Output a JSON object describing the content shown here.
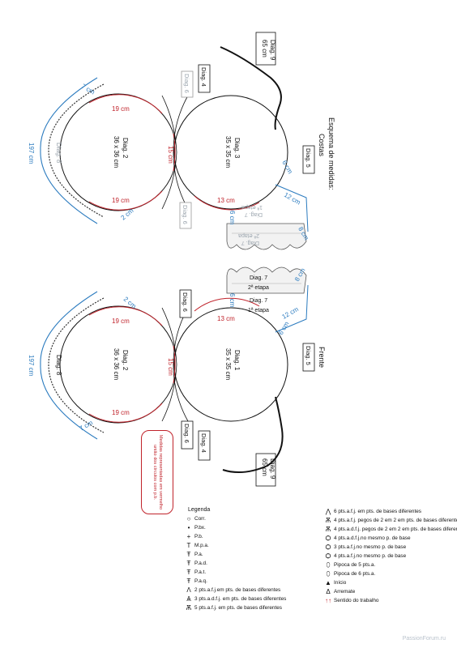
{
  "heading": {
    "title": "Esquema de medidas:",
    "back": "Costas",
    "front": "Frente"
  },
  "colors": {
    "blue": "#2b7bbf",
    "red": "#c0232b",
    "ink": "#111111",
    "grey": "#9aa4ad"
  },
  "back": {
    "diag9": [
      "Diag. 9",
      "65 cm"
    ],
    "diag4": "Diag. 4",
    "diag6_top": "Diag. 6",
    "diag6_bot": "Diag. 6",
    "diag3": [
      "Diag. 3",
      "35 x 35 cm"
    ],
    "diag2": [
      "Diag. 2",
      "36 x 36 cm"
    ],
    "diag8": "Diag. 8",
    "diag5": "Diag. 5",
    "diag7a": [
      "Diag. 7",
      "1ª etapa"
    ],
    "diag7b": [
      "Diag. 7",
      "2ª etapa"
    ],
    "m19a": "19 cm",
    "m19b": "19 cm",
    "m15": "15 cm",
    "m13": "13 cm",
    "m7": "7 cm",
    "m197": "197 cm",
    "m2": "2 cm",
    "m6a": "6 cm",
    "m6b": "6 cm",
    "m12": "12 cm",
    "m8": "8 cm"
  },
  "front": {
    "diag9": [
      "Diag. 9",
      "65 cm"
    ],
    "diag4": "Diag. 4",
    "diag6_top": "Diag. 6",
    "diag6_bot": "Diag. 6",
    "diag1": [
      "Diag. 1",
      "35 x 35 cm"
    ],
    "diag2": [
      "Diag. 2",
      "36 x 36 cm"
    ],
    "diag8": "Diag. 8",
    "diag5": "Diag. 5",
    "diag7a": [
      "Diag. 7",
      "2ª etapa"
    ],
    "diag7b": [
      "Diag. 7",
      "1ª etapa"
    ],
    "m19a": "19 cm",
    "m19b": "19 cm",
    "m15": "15 cm",
    "m13": "13 cm",
    "m7": "7 cm",
    "m197": "197 cm",
    "m2": "2 cm",
    "m6a": "6 cm",
    "m6b": "6 cm",
    "m12": "12 cm",
    "m8": "8 cm"
  },
  "note": "Medidas representadas em vermelho união dos círculos com p.b.",
  "legend": {
    "title": "Legenda",
    "left": [
      {
        "icon": "chain-icon",
        "glyph": "○",
        "text": "Corr."
      },
      {
        "icon": "slip-stitch-icon",
        "glyph": "•",
        "text": "P.bx."
      },
      {
        "icon": "single-crochet-icon",
        "glyph": "+",
        "text": "P.b."
      },
      {
        "icon": "half-double-icon",
        "glyph": "T",
        "text": "M.p.a."
      },
      {
        "icon": "double-crochet-icon",
        "glyph": "Ŧ",
        "text": "P.a."
      },
      {
        "icon": "treble-icon",
        "glyph": "Ŧ",
        "text": "P.a.d."
      },
      {
        "icon": "double-treble-icon",
        "glyph": "Ŧ",
        "text": "P.a.t."
      },
      {
        "icon": "quad-treble-icon",
        "glyph": "Ŧ",
        "text": "P.a.q."
      },
      {
        "icon": "two-dc-together-icon",
        "glyph": "Λ",
        "text": "2 pts.a.f.j.em pts. de bases diferentes"
      },
      {
        "icon": "three-tr-together-icon",
        "glyph": "Ѧ",
        "text": "3 pts.a.d.f.j. em pts. de bases diferentes"
      },
      {
        "icon": "five-dc-together-icon",
        "glyph": "Ѫ",
        "text": "5 pts.a.f.j. em pts. de bases diferentes"
      }
    ],
    "right": [
      {
        "icon": "six-dc-together-icon",
        "glyph": "⋀",
        "text": "6 pts.a.f.j. em pts. de bases diferentes"
      },
      {
        "icon": "four-dc-pairs-icon",
        "glyph": "Ѫ",
        "text": "4 pts.a.f.j. pegos de 2 em 2 em pts. de bases diferentes"
      },
      {
        "icon": "four-tr-pairs-icon",
        "glyph": "Ѫ",
        "text": "4 pts.a.d.f.j. pegos de 2 em 2 em pts. de bases diferentes"
      },
      {
        "icon": "four-tr-cluster-icon",
        "glyph": "Ѻ",
        "text": "4 pts.a.d.f.j.no mesmo p. de base"
      },
      {
        "icon": "three-dc-cluster-icon",
        "glyph": "Ѻ",
        "text": "3 pts.a.f.j.no mesmo p. de base"
      },
      {
        "icon": "four-dc-cluster-icon",
        "glyph": "Ѻ",
        "text": "4 pts.a.f.j.no mesmo p. de base"
      },
      {
        "icon": "popcorn-5-icon",
        "glyph": "⬯",
        "text": "Pipoca de 5 pts.a."
      },
      {
        "icon": "popcorn-6-icon",
        "glyph": "⬯",
        "text": "Pipoca de 6 pts.a."
      },
      {
        "icon": "start-icon",
        "glyph": "▲",
        "text": "Início"
      },
      {
        "icon": "finish-icon",
        "glyph": "Δ",
        "text": "Arremate"
      },
      {
        "icon": "work-direction-icon",
        "glyph": "↑↑",
        "text": "Sentido do trabalho"
      }
    ]
  },
  "watermark": "PassionForum.ru"
}
